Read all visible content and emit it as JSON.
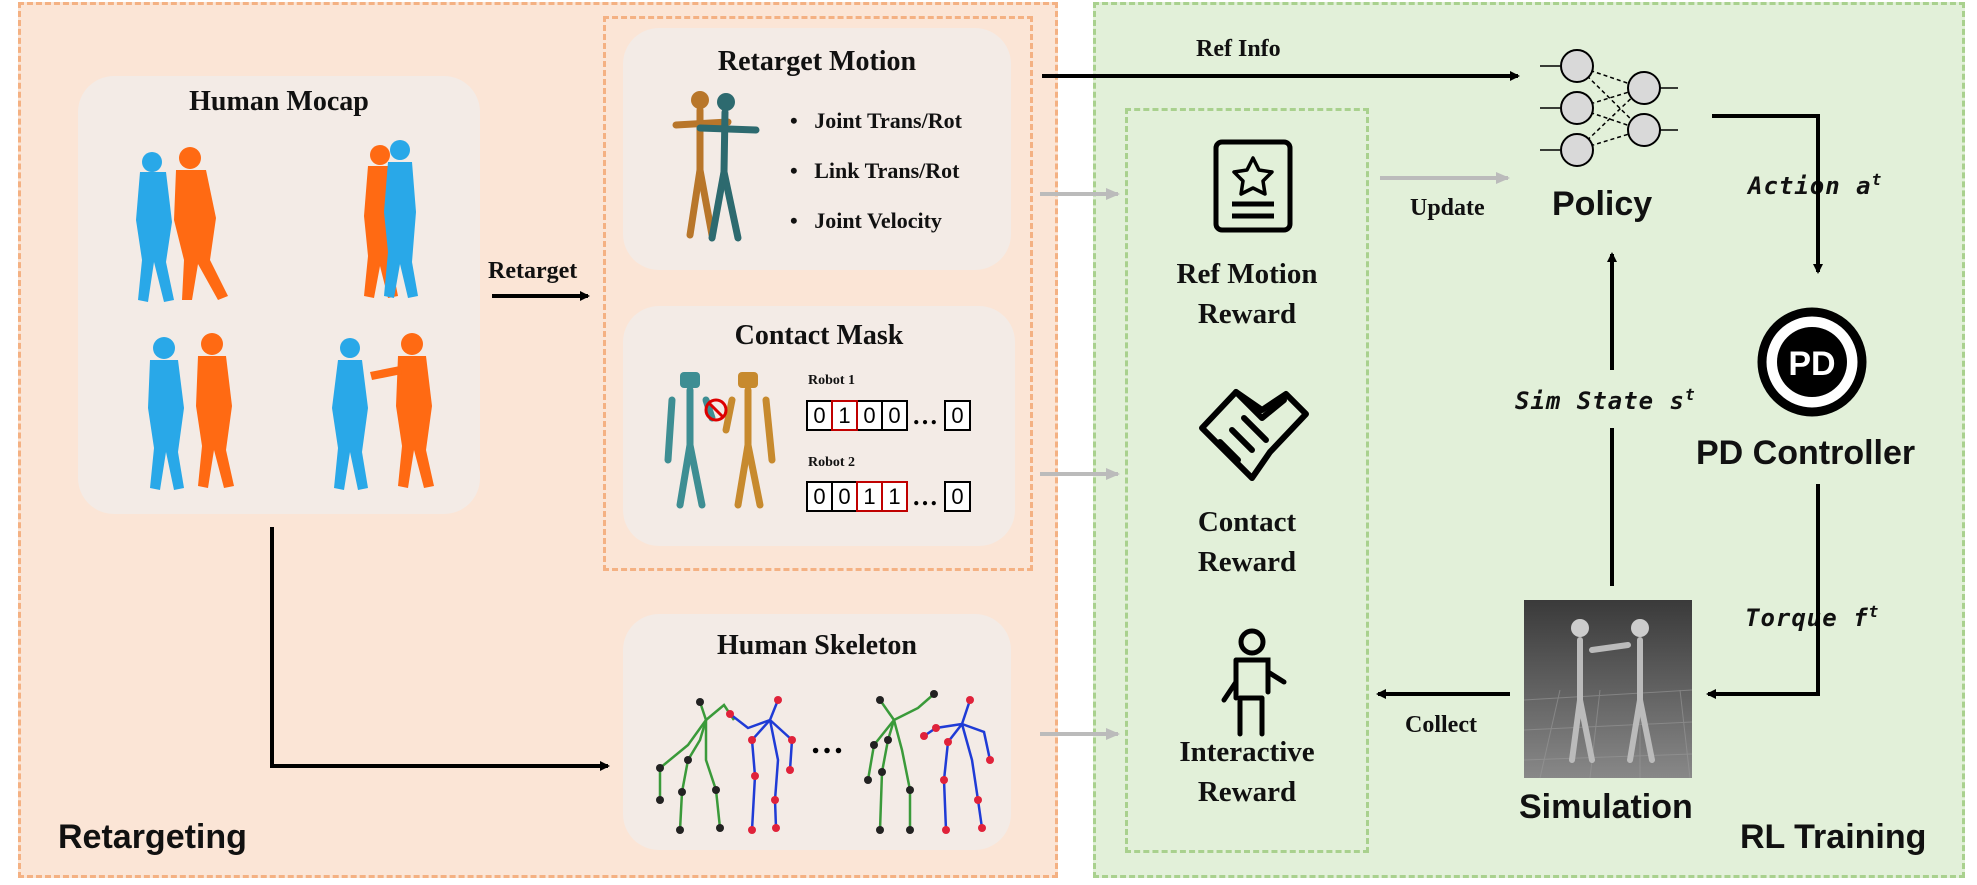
{
  "sections": {
    "retargeting": "Retargeting",
    "rl_training": "RL Training"
  },
  "human_mocap": {
    "title": "Human Mocap"
  },
  "retarget_motion": {
    "title": "Retarget Motion",
    "bullets": [
      "Joint Trans/Rot",
      "Link Trans/Rot",
      "Joint Velocity"
    ]
  },
  "contact_mask": {
    "title": "Contact Mask",
    "robot1": {
      "label": "Robot 1",
      "cells": [
        "0",
        "1",
        "0",
        "0"
      ],
      "last": "0"
    },
    "robot2": {
      "label": "Robot 2",
      "cells": [
        "0",
        "0",
        "1",
        "1"
      ],
      "last": "0"
    },
    "ellipsis": "…"
  },
  "human_skeleton": {
    "title": "Human Skeleton",
    "ellipsis": "…"
  },
  "arrows": {
    "retarget": "Retarget",
    "ref_info": "Ref Info",
    "update": "Update",
    "collect": "Collect",
    "action": "Action a",
    "action_sup": "t",
    "sim_state": "Sim State s",
    "sim_state_sup": "t",
    "torque": "Torque f",
    "torque_sup": "t"
  },
  "rewards": {
    "ref_motion": [
      "Ref Motion",
      "Reward"
    ],
    "contact": [
      "Contact",
      "Reward"
    ],
    "interactive": [
      "Interactive",
      "Reward"
    ]
  },
  "policy": {
    "label": "Policy"
  },
  "pd": {
    "badge": "PD",
    "label": "PD Controller"
  },
  "simulation": {
    "label": "Simulation"
  },
  "colors": {
    "human_blue": "#29a8e8",
    "human_orange": "#ff6a13",
    "left_panel_bg": "#fbe5d6",
    "right_panel_bg": "#e2f0d9",
    "highlight_cell": "#c00000",
    "skeleton_green": "#3a9a3a",
    "skeleton_blue": "#1f3bd6"
  }
}
